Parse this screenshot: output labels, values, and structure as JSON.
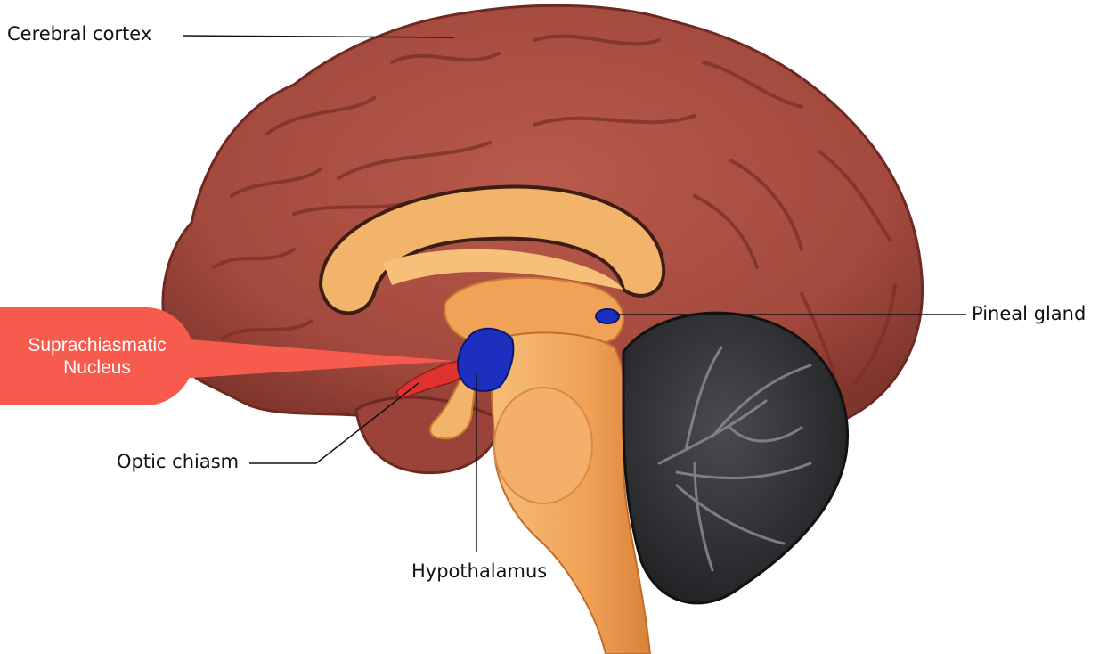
{
  "labels": {
    "cerebral_cortex": "Cerebral cortex",
    "pineal_gland": "Pineal gland",
    "optic_chiasm": "Optic chiasm",
    "hypothalamus": "Hypothalamus"
  },
  "callout": {
    "line1": "Suprachiasmatic",
    "line2": "Nucleus"
  },
  "colors": {
    "cortex": "#a3493d",
    "cortex_dark": "#6e2a22",
    "white_matter": "#f2b36a",
    "brainstem": "#f0a256",
    "cerebellum": "#3a3b3e",
    "hypothalamus": "#1d2fbf",
    "callout": "#f75b4d"
  },
  "icons": [
    "brain-sagittal-illustration"
  ]
}
